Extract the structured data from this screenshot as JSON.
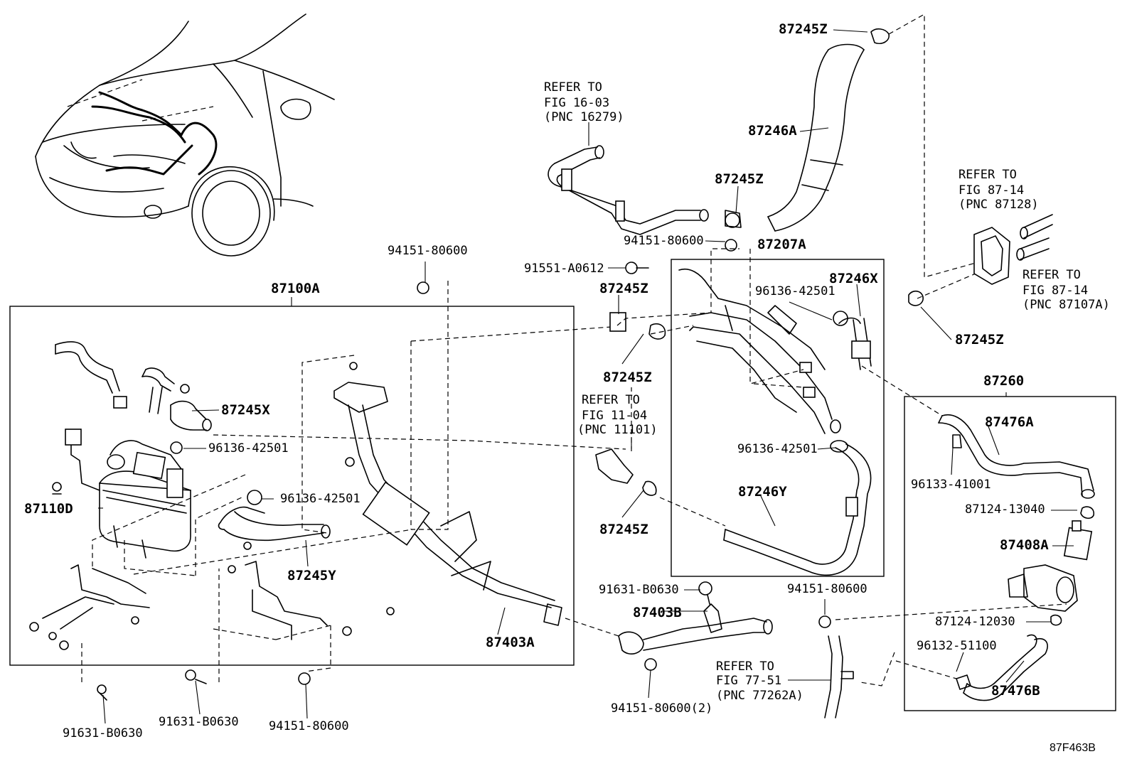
{
  "labels": {
    "p_87245Z_a": "87245Z",
    "p_87246A": "87246A",
    "p_refer_16_03_l1": "REFER TO",
    "p_refer_16_03_l2": "FIG 16-03",
    "p_refer_16_03_l3": "(PNC 16279)",
    "p_87245Z_b": "87245Z",
    "p_94151_top": "94151-80600",
    "p_87207A": "87207A",
    "p_91551": "91551-A0612",
    "p_94151_mid": "94151-80600",
    "p_87100A": "87100A",
    "p_87245Z_c": "87245Z",
    "p_96136_a": "96136-42501",
    "p_87246X": "87246X",
    "p_refer_87_14a_l1": "REFER TO",
    "p_refer_87_14a_l2": "FIG 87-14",
    "p_refer_87_14a_l3": "(PNC 87128)",
    "p_refer_87_14b_l1": "REFER TO",
    "p_refer_87_14b_l2": "FIG 87-14",
    "p_refer_87_14b_l3": "(PNC 87107A)",
    "p_87245Z_d": "87245Z",
    "p_87245Z_e": "87245Z",
    "p_87260": "87260",
    "p_87245X": "87245X",
    "p_refer_11_04_l1": "REFER TO",
    "p_refer_11_04_l2": "FIG 11-04",
    "p_refer_11_04_l3": "(PNC 11101)",
    "p_96136_b": "96136-42501",
    "p_96136_c": "96136-42501",
    "p_87476A": "87476A",
    "p_96136_d": "96136-42501",
    "p_87110D": "87110D",
    "p_87246Y": "87246Y",
    "p_96133": "96133-41001",
    "p_87245Z_f": "87245Z",
    "p_87124_13040": "87124-13040",
    "p_87245Y": "87245Y",
    "p_87408A": "87408A",
    "p_94151_right": "94151-80600",
    "p_91631_mid": "91631-B0630",
    "p_87403B": "87403B",
    "p_87124_12030": "87124-12030",
    "p_87403A": "87403A",
    "p_96132": "96132-51100",
    "p_refer_77_51_l1": "REFER TO",
    "p_refer_77_51_l2": "FIG 77-51",
    "p_refer_77_51_l3": "(PNC 77262A)",
    "p_87476B": "87476B",
    "p_94151_2": "94151-80600(2)",
    "p_91631_left": "91631-B0630",
    "p_91631_center": "91631-B0630",
    "p_94151_bottom": "94151-80600",
    "figure_id": "87F463B"
  }
}
